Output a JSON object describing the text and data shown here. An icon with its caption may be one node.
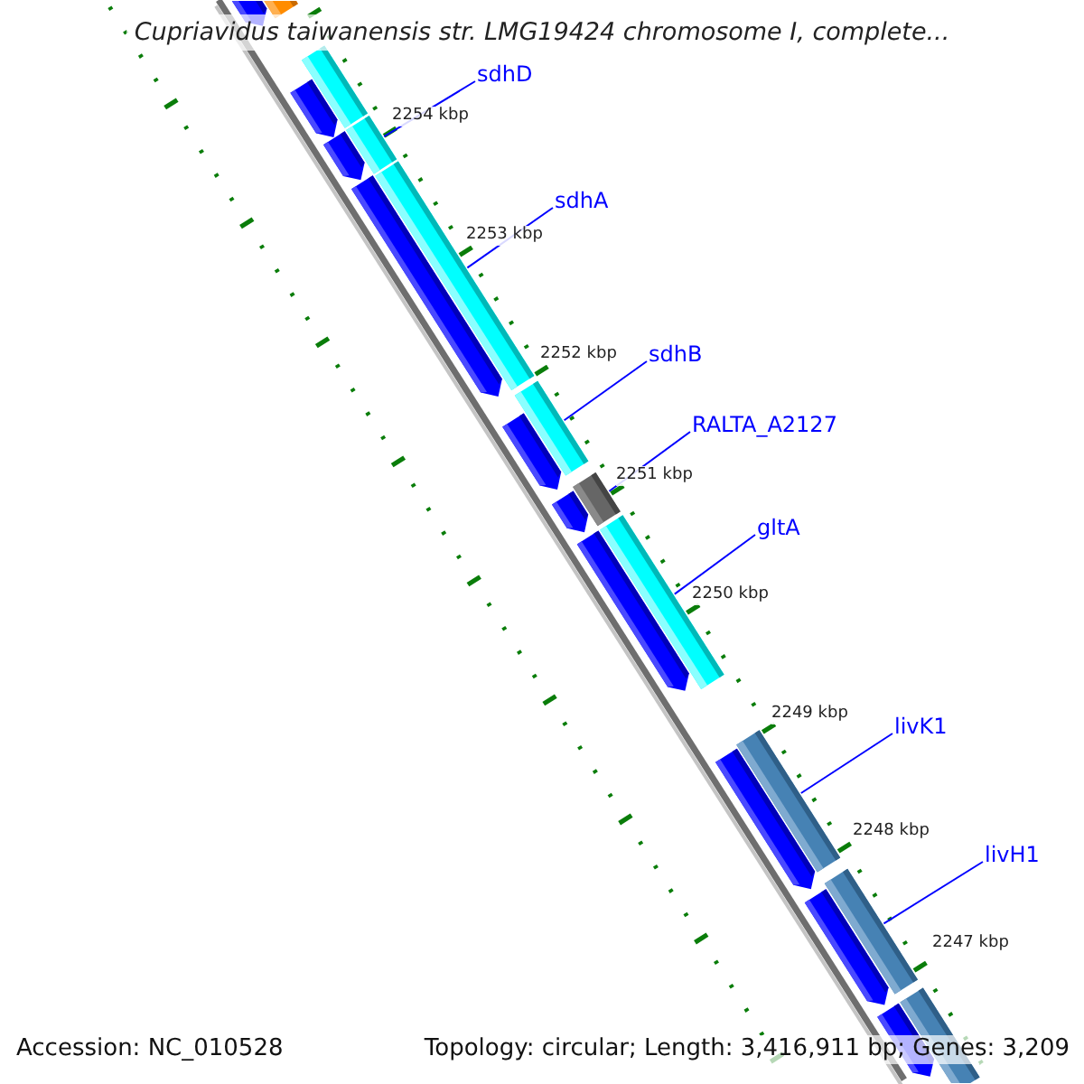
{
  "diagram": {
    "title": "Cupriavidus taiwanensis str. LMG19424 chromosome I, complete...",
    "nodes": [
      {
        "text": [
          "sdhD"
        ]
      },
      {
        "text": [
          "sdhA"
        ]
      },
      {
        "text": [
          "sdhB"
        ]
      },
      {
        "text": [
          "RALTA_A2127"
        ]
      },
      {
        "text": [
          "gltA"
        ]
      },
      {
        "text": [
          "livK1"
        ]
      },
      {
        "text": [
          "livH1"
        ]
      },
      {
        "text": [],
        "shape": "arrow"
      },
      {
        "text": [],
        "shape": "bar"
      },
      {
        "text": [],
        "shape": "bar"
      },
      {
        "text": [],
        "shape": "arrow"
      },
      {
        "text": [],
        "shape": "bar"
      },
      {
        "text": [],
        "shape": "arrow"
      },
      {
        "text": [],
        "shape": "bar"
      },
      {
        "text": [],
        "shape": "arrow"
      },
      {
        "text": [],
        "shape": "bar"
      },
      {
        "text": [],
        "shape": "arrow"
      },
      {
        "text": [],
        "shape": "bar"
      },
      {
        "text": [],
        "shape": "arrow"
      },
      {
        "text": [],
        "shape": "bar"
      },
      {
        "text": [],
        "shape": "arrow"
      },
      {
        "text": [],
        "shape": "bar"
      },
      {
        "text": [],
        "shape": "arrow"
      },
      {
        "text": [],
        "shape": "bar"
      },
      {
        "text": [],
        "shape": "arrow"
      },
      {
        "text": [],
        "shape": "bar"
      },
      {
        "text": [],
        "shape": "arrow"
      }
    ],
    "edges": [
      {
        "from": 0,
        "to": 11,
        "arrow": "none"
      },
      {
        "from": 1,
        "to": 13,
        "arrow": "none"
      },
      {
        "from": 2,
        "to": 15,
        "arrow": "none"
      },
      {
        "from": 3,
        "to": 17,
        "arrow": "none"
      },
      {
        "from": 4,
        "to": 19,
        "arrow": "none"
      },
      {
        "from": 5,
        "to": 21,
        "arrow": "none"
      },
      {
        "from": 6,
        "to": 23,
        "arrow": "none"
      }
    ],
    "labels": [
      "2254 kbp",
      "2253 kbp",
      "2252 kbp",
      "2251 kbp",
      "2250 kbp",
      "2249 kbp",
      "2248 kbp",
      "2247 kbp",
      "Accession: NC_010528",
      "Topology: circular; Length: 3,416,911 bp; Genes: 3,209"
    ]
  }
}
